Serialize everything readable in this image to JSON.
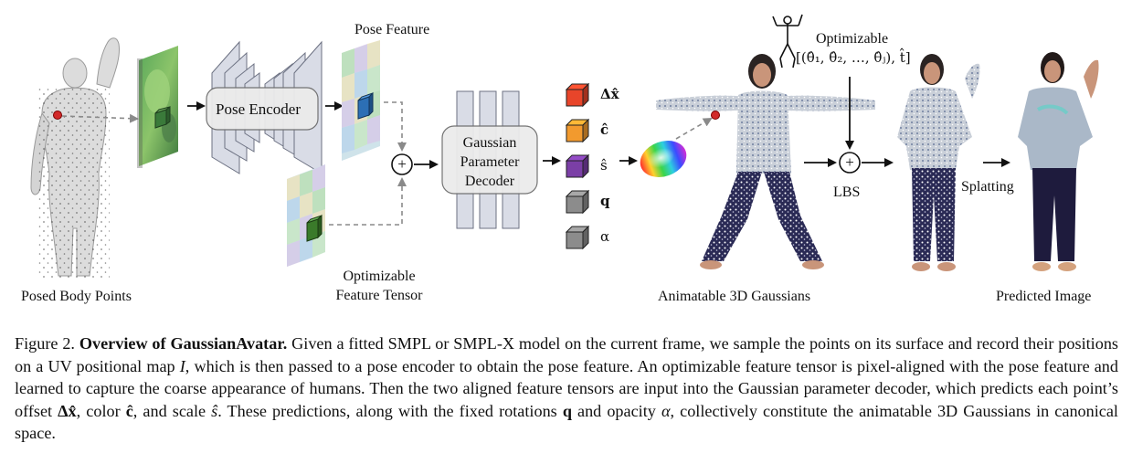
{
  "figure": {
    "labels": {
      "posed_body_points": "Posed Body Points",
      "pose_encoder": "Pose Encoder",
      "pose_feature": "Pose Feature",
      "optimizable_feature_tensor_1": "Optimizable",
      "optimizable_feature_tensor_2": "Feature Tensor",
      "gaussian_decoder_1": "Gaussian",
      "gaussian_decoder_2": "Parameter",
      "gaussian_decoder_3": "Decoder",
      "animatable_gaussians": "Animatable 3D Gaussians",
      "optimizable_params_1": "Optimizable",
      "optimizable_params_2": "[(θ̂₁, θ̂₂, …, θ̂ⱼ), t̂]",
      "lbs": "LBS",
      "splatting": "Splatting",
      "predicted_image": "Predicted Image",
      "plus": "+"
    },
    "outputs": [
      {
        "symbol": "Δx̂",
        "color": "#e8452a"
      },
      {
        "symbol": "ĉ",
        "color": "#f29a2e"
      },
      {
        "symbol": "ŝ",
        "color": "#7b3fa6"
      },
      {
        "symbol": "q",
        "color": "#8c8c8c"
      },
      {
        "symbol": "α",
        "color": "#8c8c8c"
      }
    ]
  },
  "caption": {
    "prefix": "Figure 2. ",
    "title": "Overview of GaussianAvatar.",
    "text_1": " Given a fitted SMPL or SMPL-X model on the current frame, we sample the points on its surface and record their positions on a UV positional map ",
    "sym_I": "I",
    "text_2": ", which is then passed to a pose encoder to obtain the pose feature. An optimizable feature tensor is pixel-aligned with the pose feature and learned to capture the coarse appearance of humans. Then the two aligned feature tensors are input into the Gaussian parameter decoder, which predicts each point’s offset ",
    "sym_dx": "Δx̂",
    "text_3": ", color ",
    "sym_c": "ĉ",
    "text_4": ", and scale ",
    "sym_s": "ŝ",
    "text_5": ". These predictions, along with the fixed rotations ",
    "sym_q": "q",
    "text_6": " and opacity ",
    "sym_alpha": "α",
    "text_7": ", collectively constitute the animatable 3D Gaussians in canonical space."
  }
}
